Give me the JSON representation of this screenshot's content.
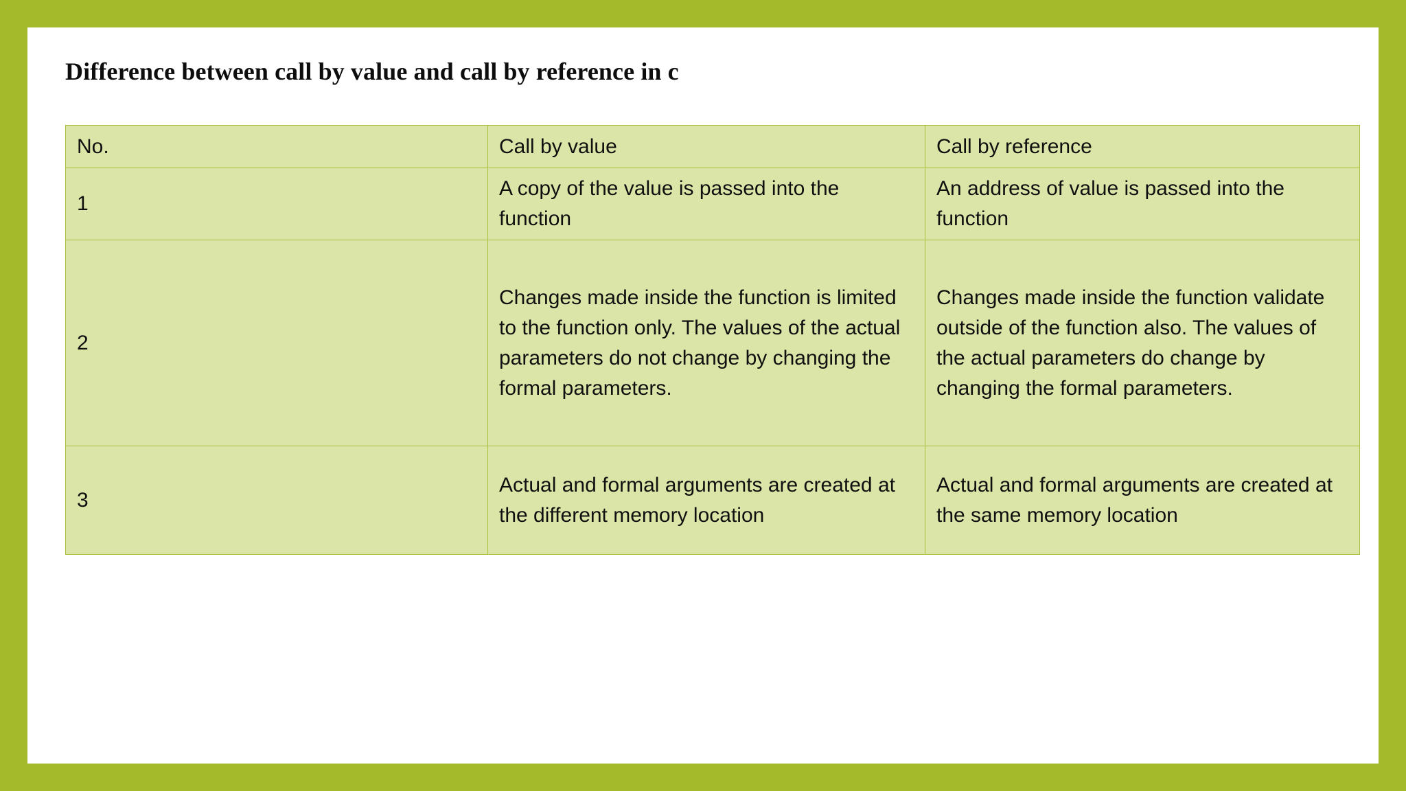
{
  "slide": {
    "title": "Difference between call by value and call by reference in c",
    "frame_color": "#a4ba2a",
    "canvas_color": "#ffffff"
  },
  "table": {
    "cell_fill": "#dbe5a8",
    "border_color": "#a9bf3a",
    "columns": [
      {
        "key": "no",
        "header": "No."
      },
      {
        "key": "call_by_value",
        "header": "Call by value"
      },
      {
        "key": "call_by_reference",
        "header": "Call by reference"
      }
    ],
    "rows": [
      {
        "no": "1",
        "call_by_value": "A copy of the value is passed into the function",
        "call_by_reference": "An address of value is passed into the function"
      },
      {
        "no": "2",
        "call_by_value": "Changes made inside the function is limited to the function only. The values of the actual parameters do not change by changing the formal parameters.",
        "call_by_reference": "Changes made inside the function validate outside of the function also. The values of the actual parameters do change by changing the formal parameters."
      },
      {
        "no": "3",
        "call_by_value": "Actual and formal arguments are created at the different memory location",
        "call_by_reference": "Actual and formal arguments are created at the same memory location"
      }
    ]
  }
}
